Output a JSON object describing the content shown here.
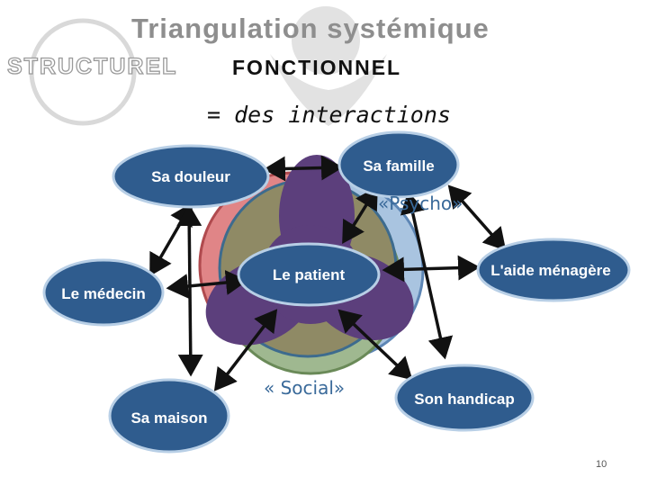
{
  "slide": {
    "title": "Triangulation systémique",
    "structurel": "STRUCTUREL",
    "fonctionnel": "FONCTIONNEL",
    "interactions": "= des interactions",
    "page_number": "10"
  },
  "diagram": {
    "center_node": "Le patient",
    "nodes": {
      "douleur": "Sa douleur",
      "famille": "Sa famille",
      "medecin": "Le médecin",
      "aide": "L'aide ménagère",
      "maison": "Sa maison",
      "handicap": "Son handicap"
    },
    "overlay_labels": {
      "psycho": "«Psycho»",
      "social": "« Social»"
    },
    "colors": {
      "node_fill": "#2f5c8e",
      "node_stroke": "#b8cfe6",
      "purple": "#5c3f7c",
      "olive": "#8d8a64",
      "red": "#d9787a",
      "blue_circle": "#a6c2df",
      "green_circle": "#98b088"
    }
  }
}
